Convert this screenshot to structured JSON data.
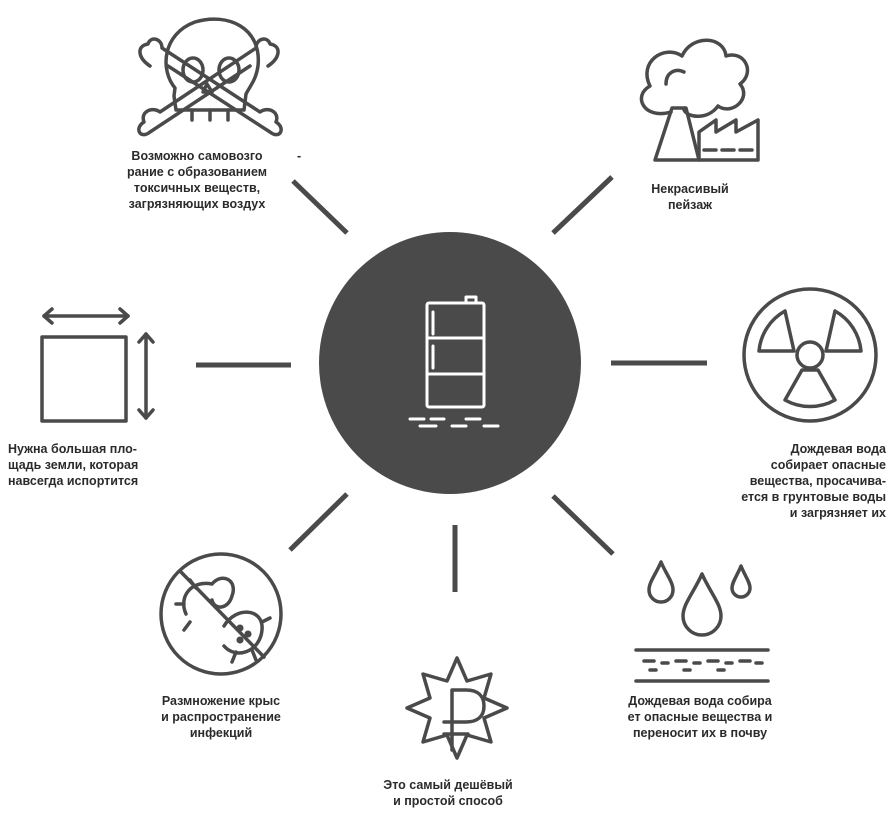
{
  "colors": {
    "background": "#ffffff",
    "icon": "#4a4a4a",
    "center_circle": "#4a4a4a",
    "center_icon": "#ffffff",
    "text": "#2b2b2b"
  },
  "center": {
    "icon": "barrel-icon"
  },
  "items": [
    {
      "id": "toxic",
      "icon": "skull-crossbones-icon",
      "lines": [
        "Возможно самовозго",
        "рание с образованием",
        "токсичных веществ,",
        "загрязняющих воздух"
      ],
      "stray_mark": "-"
    },
    {
      "id": "landscape",
      "icon": "factory-smoke-icon",
      "lines": [
        "Некрасивый",
        "пейзаж"
      ]
    },
    {
      "id": "area",
      "icon": "land-area-icon",
      "lines": [
        "Нужна большая пло-",
        "щадь земли, которая",
        "навсегда испортится"
      ]
    },
    {
      "id": "groundwater",
      "icon": "radiation-icon",
      "lines": [
        "Дождевая вода",
        "собирает опасные",
        "вещества, просачива-",
        "ется в грунтовые воды",
        "и загрязняет их"
      ]
    },
    {
      "id": "rats",
      "icon": "no-rats-icon",
      "lines": [
        "Размножение крыс",
        "и распространение",
        "инфекций"
      ]
    },
    {
      "id": "cheap",
      "icon": "ruble-badge-icon",
      "lines": [
        "Это самый дешёвый",
        "и простой способ"
      ]
    },
    {
      "id": "soil",
      "icon": "rain-soil-icon",
      "lines": [
        "Дождевая вода собира",
        "ет опасные вещества и",
        "переносит их в почву"
      ]
    }
  ]
}
